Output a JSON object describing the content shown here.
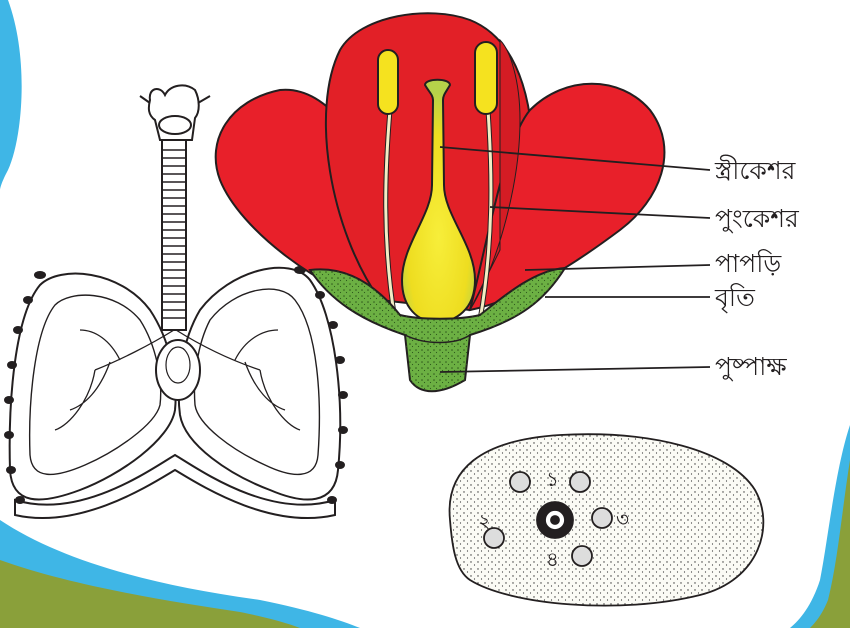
{
  "colors": {
    "background": "#ffffff",
    "wave_blue": "#3fb6e6",
    "wave_green": "#8aa03a",
    "petal_red": "#e8202a",
    "sepal_green": "#6cb043",
    "ovary_yellow": "#f4e21a",
    "outline": "#231f20"
  },
  "flower_labels": [
    {
      "id": "pistil",
      "text": "স্ত্রীকেশর"
    },
    {
      "id": "stamen",
      "text": "পুংকেশর"
    },
    {
      "id": "petal",
      "text": "পাপড়ি"
    },
    {
      "id": "sepal",
      "text": "বৃতি"
    },
    {
      "id": "receptacle",
      "text": "পুষ্পাক্ষ"
    }
  ],
  "stem_section_numbers": [
    "১",
    "২",
    "৩",
    "৪"
  ],
  "icons": [
    "lungs-illustration",
    "flower-illustration",
    "stem-cross-section-illustration"
  ]
}
